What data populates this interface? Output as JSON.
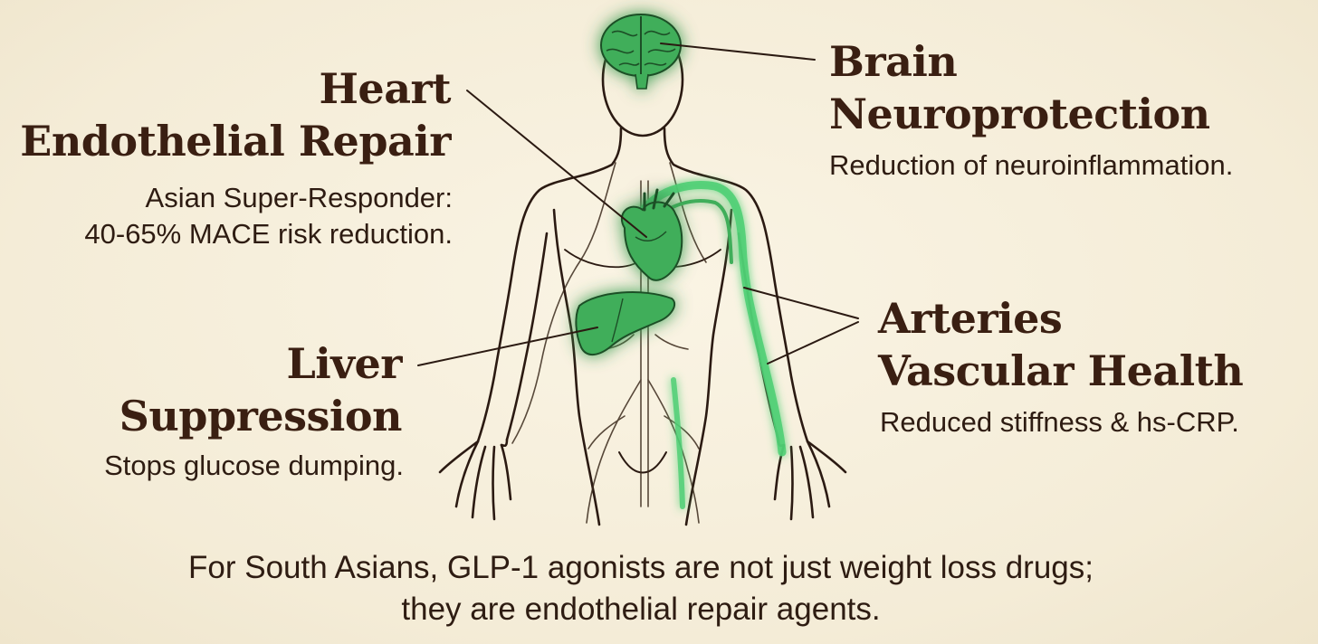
{
  "heart": {
    "title_line1": "Heart",
    "title_line2": "Endothelial Repair",
    "desc_line1": "Asian Super-Responder:",
    "desc_line2": "40-65% MACE risk reduction."
  },
  "brain": {
    "title_line1": "Brain",
    "title_line2": "Neuroprotection",
    "desc": "Reduction of neuroinflammation."
  },
  "liver": {
    "title_line1": "Liver",
    "title_line2": "Suppression",
    "desc": "Stops glucose dumping."
  },
  "arteries": {
    "title_line1": "Arteries",
    "title_line2": "Vascular Health",
    "desc": "Reduced stiffness & hs-CRP."
  },
  "footer": {
    "line1": "For South Asians, GLP-1 agonists are not just weight loss drugs;",
    "line2": "they are endothelial repair agents."
  },
  "colors": {
    "background": "#f6efdc",
    "organ_green": "#3fae5a",
    "glow_green": "#5ee68a",
    "outline": "#2b1a12",
    "title_text": "#3a1f12"
  }
}
